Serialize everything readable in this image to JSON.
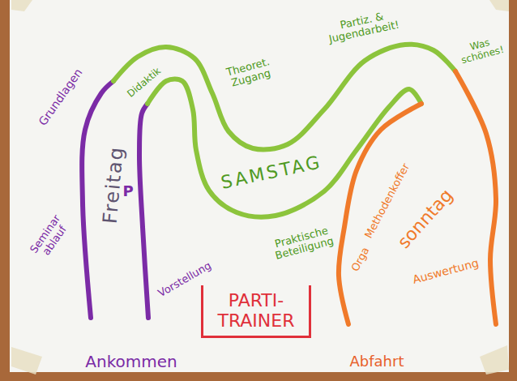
{
  "diagram": {
    "nodes": [
      {
        "text": [
          "PARTI-TRAINER"
        ]
      }
    ],
    "labels": [
      "Grundlagen",
      "Seminar ablauf",
      "Freitag",
      "P",
      "Vorstellung",
      "Ankommen",
      "Didaktik",
      "Theoret. Zugang",
      "Partiz. & Jugendarbeit!",
      "Was schönes!",
      "SAMSTAG",
      "Praktische Beteiligung",
      "Orga",
      "Methodenkoffer",
      "sonntag",
      "Auswertung",
      "Abfahrt"
    ]
  }
}
